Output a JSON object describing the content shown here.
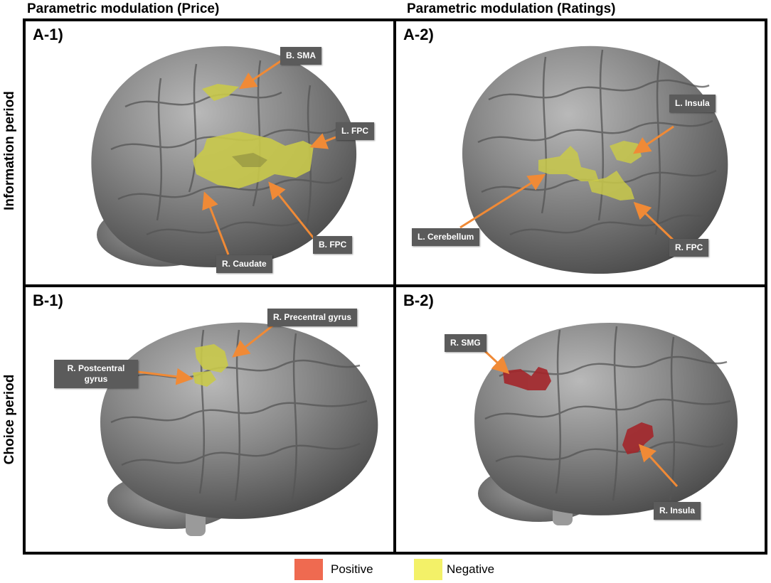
{
  "columns": {
    "left": "Parametric modulation (Price)",
    "right": "Parametric modulation (Ratings)"
  },
  "rows": {
    "top": "Information period",
    "bottom": "Choice period"
  },
  "panels": {
    "a1": {
      "label": "A-1)",
      "callouts": [
        "B. SMA",
        "L. FPC",
        "B. FPC",
        "R. Caudate"
      ]
    },
    "a2": {
      "label": "A-2)",
      "callouts": [
        "L. Insula",
        "L. Cerebellum",
        "R. FPC"
      ]
    },
    "b1": {
      "label": "B-1)",
      "callouts": [
        "R. Precentral gyrus",
        "R. Postcentral gyrus"
      ]
    },
    "b2": {
      "label": "B-2)",
      "callouts": [
        "R. SMG",
        "R. Insula"
      ]
    }
  },
  "legend": {
    "positive": "Positive",
    "negative": "Negative"
  },
  "colors": {
    "positive": "#ef6a50",
    "negative": "#f3f168",
    "arrow": "#f08a36",
    "callout_bg": "#5b5b5b",
    "yellow_blob": "#c9c94a",
    "red_blob": "#a3262a"
  }
}
